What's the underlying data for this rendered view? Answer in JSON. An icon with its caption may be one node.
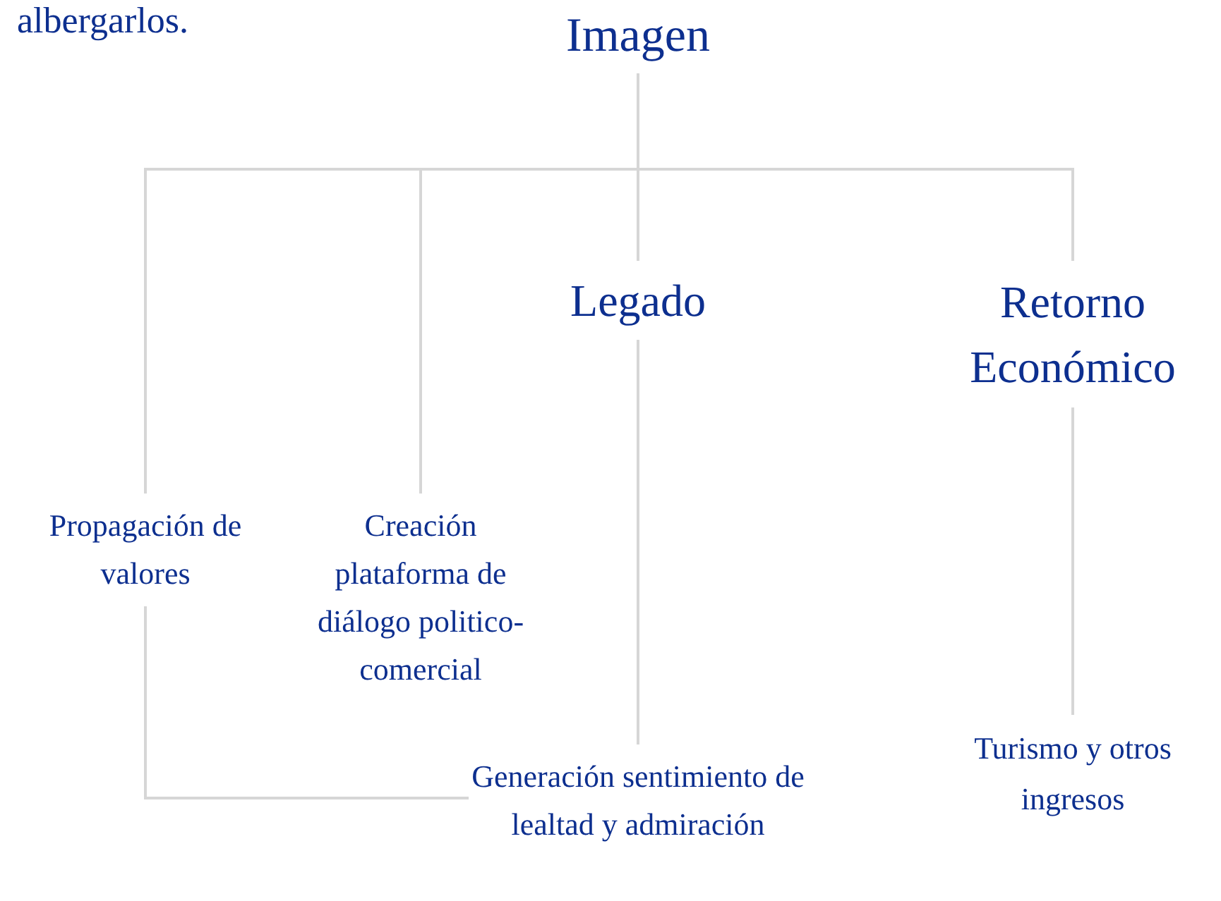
{
  "diagram": {
    "nodes": [
      {
        "text": [
          "Imagen"
        ]
      },
      {
        "text": [
          "Propagación de valores"
        ]
      },
      {
        "text": [
          "Creación plataforma de diálogo politico-comercial"
        ]
      },
      {
        "text": [
          "Legado"
        ]
      },
      {
        "text": [
          "Retorno Económico"
        ]
      },
      {
        "text": [
          "Generación sentimiento de lealtad y admiración"
        ]
      },
      {
        "text": [
          "Turismo y otros ingresos"
        ]
      }
    ],
    "edges": [
      {
        "from": 0,
        "to": 1,
        "arrow": "none"
      },
      {
        "from": 0,
        "to": 2,
        "arrow": "none"
      },
      {
        "from": 0,
        "to": 3,
        "arrow": "none"
      },
      {
        "from": 0,
        "to": 4,
        "arrow": "none"
      },
      {
        "from": 3,
        "to": 5,
        "arrow": "none"
      },
      {
        "from": 4,
        "to": 6,
        "arrow": "none"
      },
      {
        "from": 1,
        "to": 5,
        "arrow": "none"
      }
    ],
    "labels": [
      "albergarlos."
    ]
  }
}
